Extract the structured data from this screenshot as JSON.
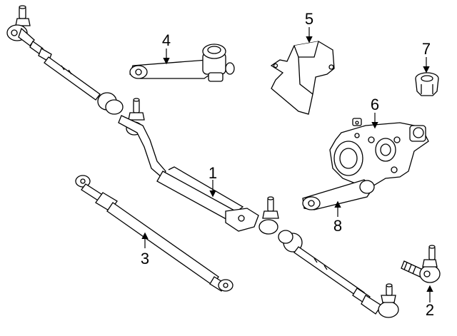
{
  "callouts": [
    {
      "id": "1",
      "label": "1"
    },
    {
      "id": "2",
      "label": "2"
    },
    {
      "id": "3",
      "label": "3"
    },
    {
      "id": "4",
      "label": "4"
    },
    {
      "id": "5",
      "label": "5"
    },
    {
      "id": "6",
      "label": "6"
    },
    {
      "id": "7",
      "label": "7"
    },
    {
      "id": "8",
      "label": "8"
    }
  ],
  "colors": {
    "line": "#000000",
    "fill": "#ffffff",
    "background": "#ffffff"
  }
}
